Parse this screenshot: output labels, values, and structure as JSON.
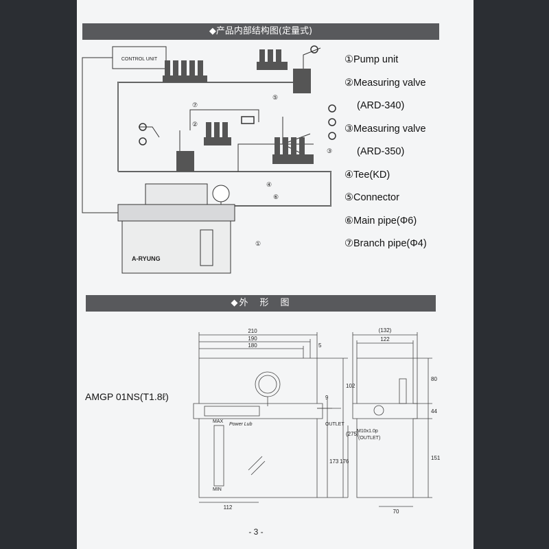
{
  "section_structure_title": "◆产品内部结构图(定量式)",
  "section_outline_title": "◆外　形　图",
  "control_unit_label": "CONTROL UNIT",
  "legend": [
    {
      "text": "①Pump unit",
      "indent": false
    },
    {
      "text": "②Measuring valve",
      "indent": false
    },
    {
      "text": "(ARD-340)",
      "indent": true
    },
    {
      "text": "③Measuring valve",
      "indent": false
    },
    {
      "text": "(ARD-350)",
      "indent": true
    },
    {
      "text": "④Tee(KD)",
      "indent": false
    },
    {
      "text": "⑤Connector",
      "indent": false
    },
    {
      "text": "⑥Main pipe(Φ6)",
      "indent": false
    },
    {
      "text": "⑦Branch pipe(Φ4)",
      "indent": false
    }
  ],
  "callouts": {
    "c1": "①",
    "c2": "②",
    "c3": "③",
    "c4": "④",
    "c5": "⑤",
    "c6": "⑥",
    "c7": "⑦"
  },
  "pump_brand": "A-RYUNG",
  "model": "AMGP 01NS(T1.8ℓ)",
  "front_view": {
    "dim_top1": "210",
    "dim_top2": "190",
    "dim_top3": "180",
    "dim_5": "5",
    "dim_9": "9",
    "dim_102": "102",
    "dim_275": "(275)",
    "dim_173": "173",
    "dim_176": "176",
    "dim_112": "112",
    "outlet_label": "OUTLET",
    "brand_label": "Power Lub",
    "max_label": "MAX",
    "min_label": "MIN"
  },
  "side_view": {
    "dim_132": "(132)",
    "dim_122": "122",
    "dim_80": "80",
    "dim_44": "44",
    "dim_151": "151",
    "dim_70": "70",
    "thread_label": "M10x1.0p",
    "outlet_label": "(OUTLET)"
  },
  "page_number": "- 3 -",
  "colors": {
    "banner": "#58595c",
    "page": "#f4f5f6",
    "background": "#2b2e33"
  }
}
